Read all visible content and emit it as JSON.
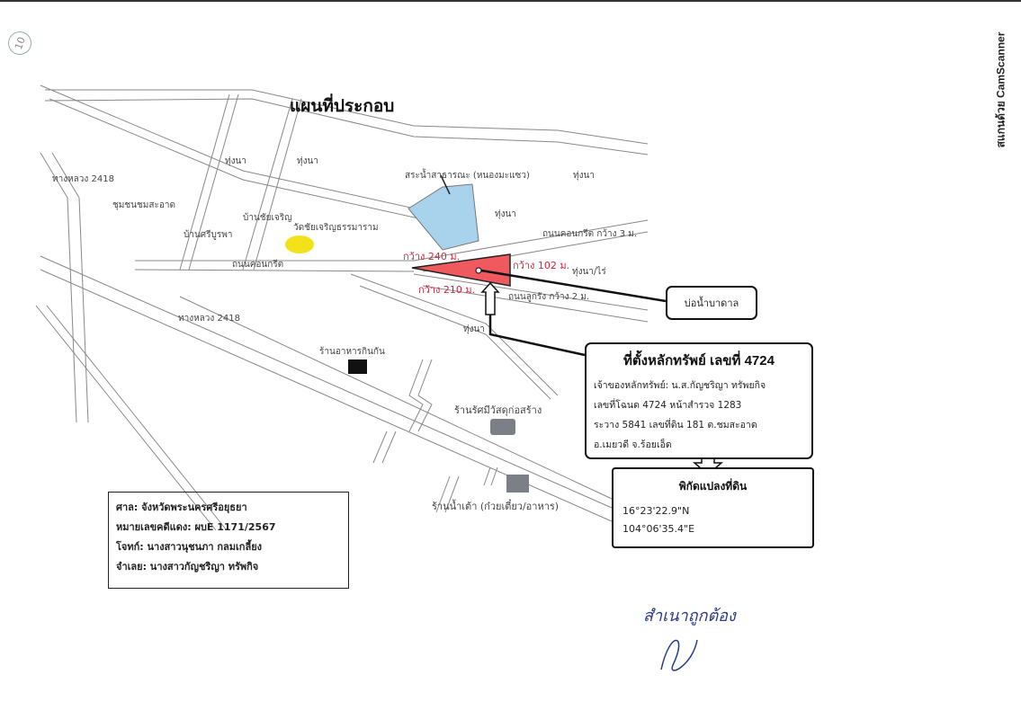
{
  "page_marker": "10",
  "scanner_watermark": "สแกนด้วย CamScanner",
  "title": "แผนที่ประกอบ",
  "map_labels": {
    "highway_2418_top": "ทางหลวง 2418",
    "highway_2418_bottom": "ทางหลวง 2418",
    "community": "ชุมชนชมสะอาด",
    "village_1": "บ้านชัยเจริญ",
    "village_2": "บ้านศรีบูรพา",
    "temple": "วัดชัยเจริญธรรมาราม",
    "concrete_road": "ถนนคอนกรีต",
    "concrete_road_3m": "ถนนคอนกรีต กว้าง 3 ม.",
    "laterite_road_2m": "ถนนลูกรัง กว้าง 2 ม.",
    "public_pond": "สระน้ำสาธารณะ (หนองมะแซว)",
    "rice_field_1": "ทุ่งนา",
    "rice_field_2": "ทุ่งนา",
    "rice_field_3": "ทุ่งนา",
    "rice_field_4": "ทุ่งนา",
    "rice_field_5": "ทุ่งนา",
    "rice_field_farm": "ทุ่งนา/ไร่",
    "restaurant": "ร้านอาหารกินกัน",
    "construction_shop": "ร้านรัศมีวัสดุก่อสร้าง",
    "noodle_shop": "ร้านน้ำเต้า (ก๋วยเตี๋ยว/อาหาร)"
  },
  "parcel": {
    "width_top": "กว้าง 240 ม.",
    "width_right": "กว้าง 102 ม.",
    "width_bottom": "กว้าง 210 ม.",
    "fill_color": "#f05a5f"
  },
  "well_callout": "บ่อน้ำบาดาล",
  "asset_info": {
    "heading": "ที่ตั้งหลักทรัพย์ เลขที่ 4724",
    "owner": "เจ้าของหลักทรัพย์: น.ส.กัญชริญา ทรัพยกิจ",
    "deed": "เลขที่โฉนด 4724 หน้าสำรวจ 1283",
    "survey": "ระวาง 5841 เลขที่ดิน 181 ต.ชมสะอาด",
    "district": "อ.เมยวดี จ.ร้อยเอ็ด"
  },
  "coordinates": {
    "heading": "พิกัดแปลงที่ดิน",
    "lat": "16°23'22.9\"N",
    "lon": "104°06'35.4\"E"
  },
  "court_info": {
    "court": "ศาล: จังหวัดพระนครศรีอยุธยา",
    "case_no": "หมายเลขคดีแดง: ผบE 1171/2567",
    "plaintiff": "โจทก์: นางสาวนุชนภา กลมเกลี้ยง",
    "defendant": "จำเลย: นางสาวกัญชริญา ทรัพกิจ"
  },
  "signature_text": "สำเนาถูกต้อง",
  "colors": {
    "pond": "#a9d3ec",
    "temple": "#f3e21a",
    "restaurant": "#111111",
    "shop": "#7d7f86",
    "parcel_label": "#d3243b"
  }
}
